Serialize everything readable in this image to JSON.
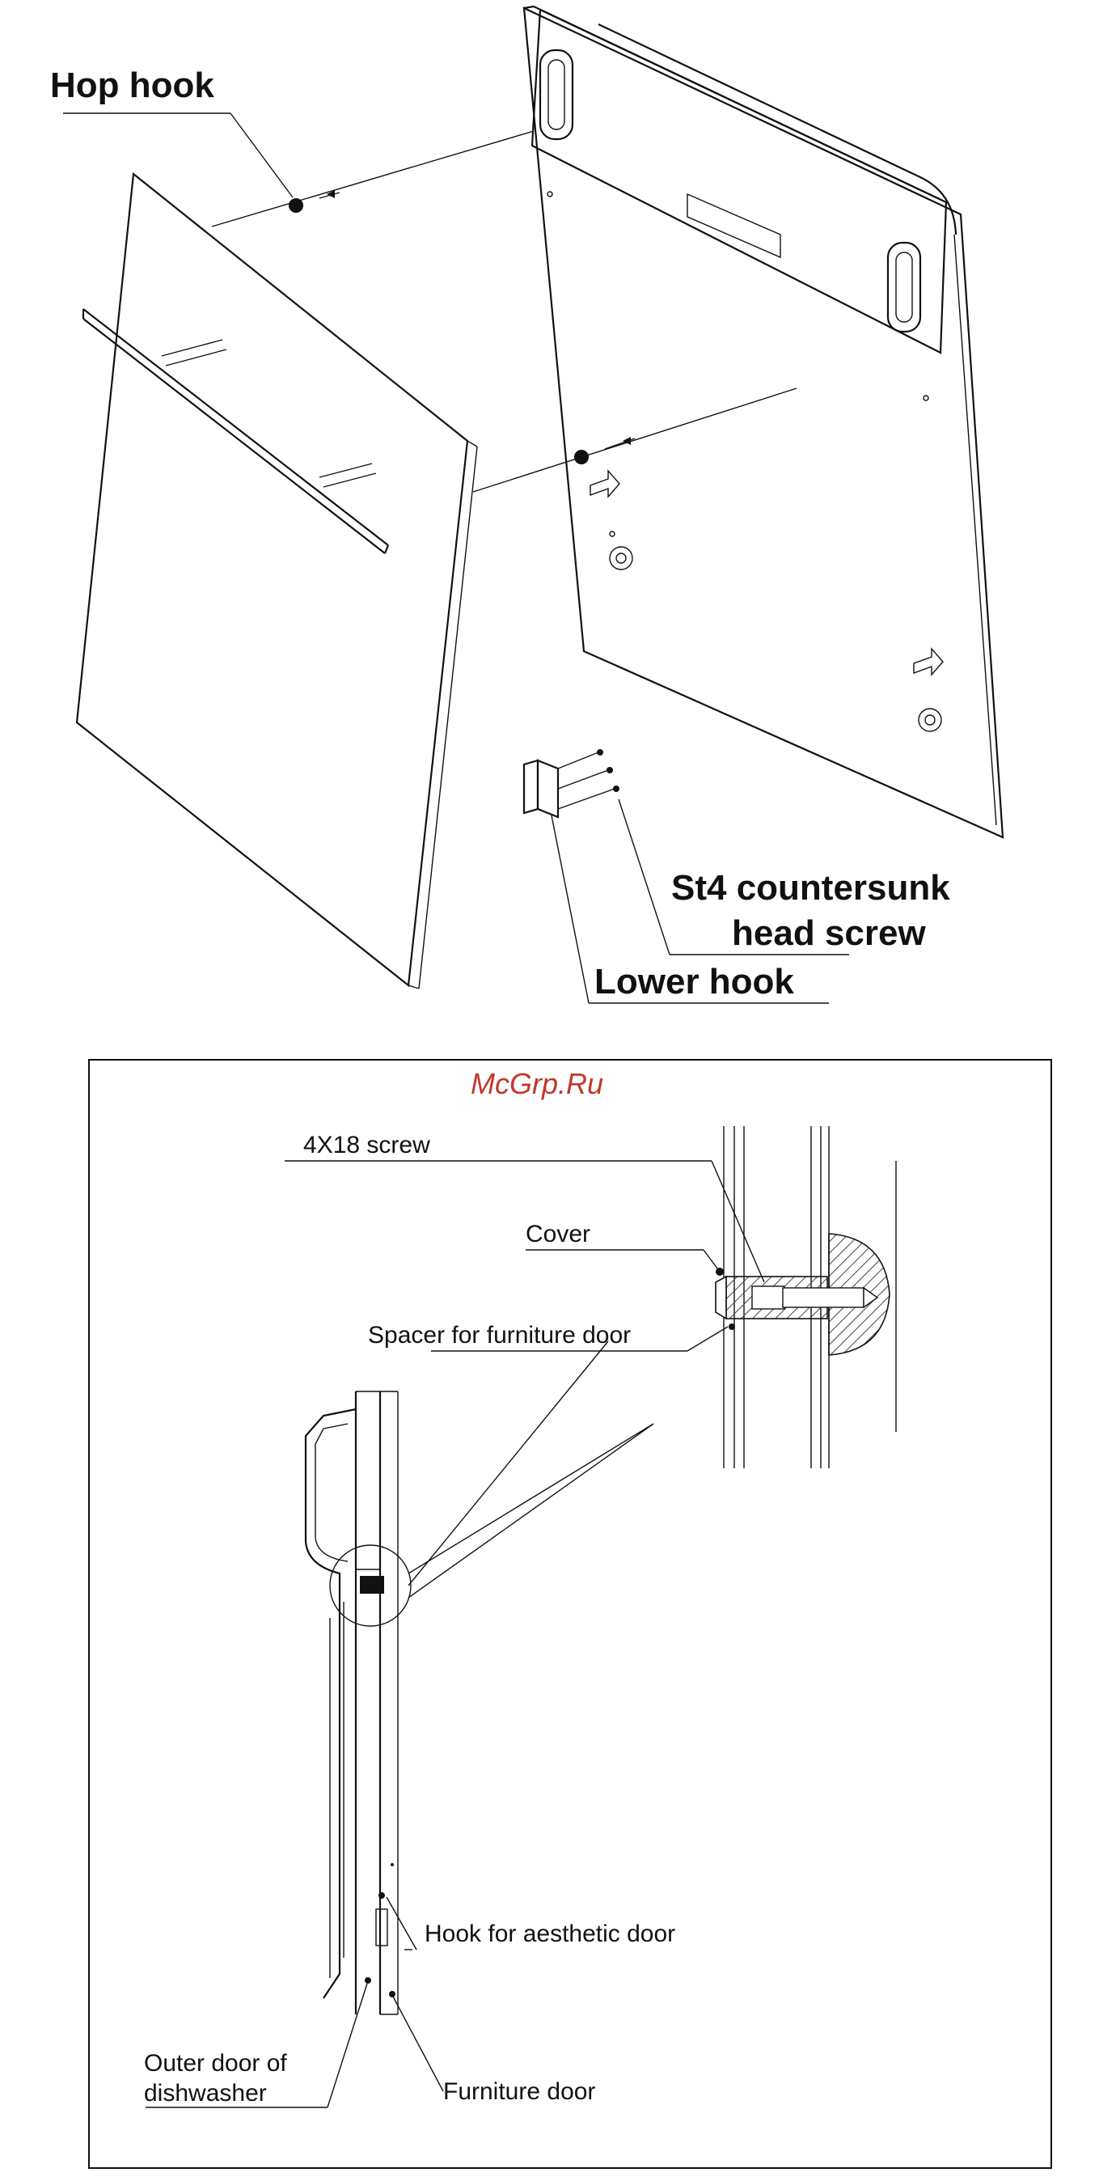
{
  "top_diagram": {
    "labels": {
      "hop_hook": "Hop hook",
      "screw_line1": "St4  countersunk",
      "screw_line2": "head screw",
      "lower_hook": "Lower hook"
    }
  },
  "bottom_diagram": {
    "watermark": "McGrp.Ru",
    "labels": {
      "screw": "4X18  screw",
      "cover": "Cover",
      "spacer": "Spacer for furniture door",
      "hook_aesthetic": "Hook for aesthetic door",
      "outer_door_line1": "Outer door of",
      "outer_door_line2": "dishwasher",
      "furniture_door": "Furniture door"
    }
  },
  "colors": {
    "line": "#111111",
    "watermark": "#c0392b",
    "hatch": "#444444"
  }
}
